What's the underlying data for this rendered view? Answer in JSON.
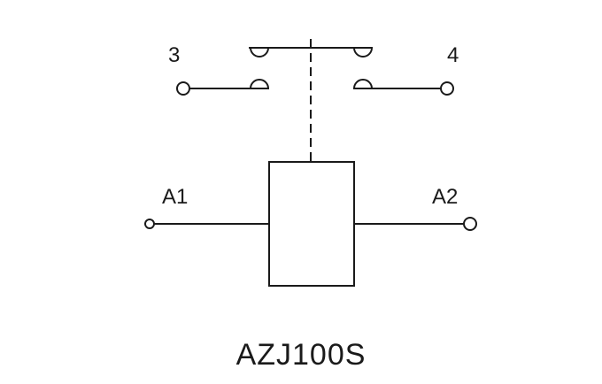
{
  "diagram": {
    "contact_terminal_left": "3",
    "contact_terminal_right": "4",
    "coil_terminal_left": "A1",
    "coil_terminal_right": "A2",
    "model": "AZJ100S"
  },
  "colors": {
    "line": "#1a1a1a",
    "background": "#ffffff"
  }
}
